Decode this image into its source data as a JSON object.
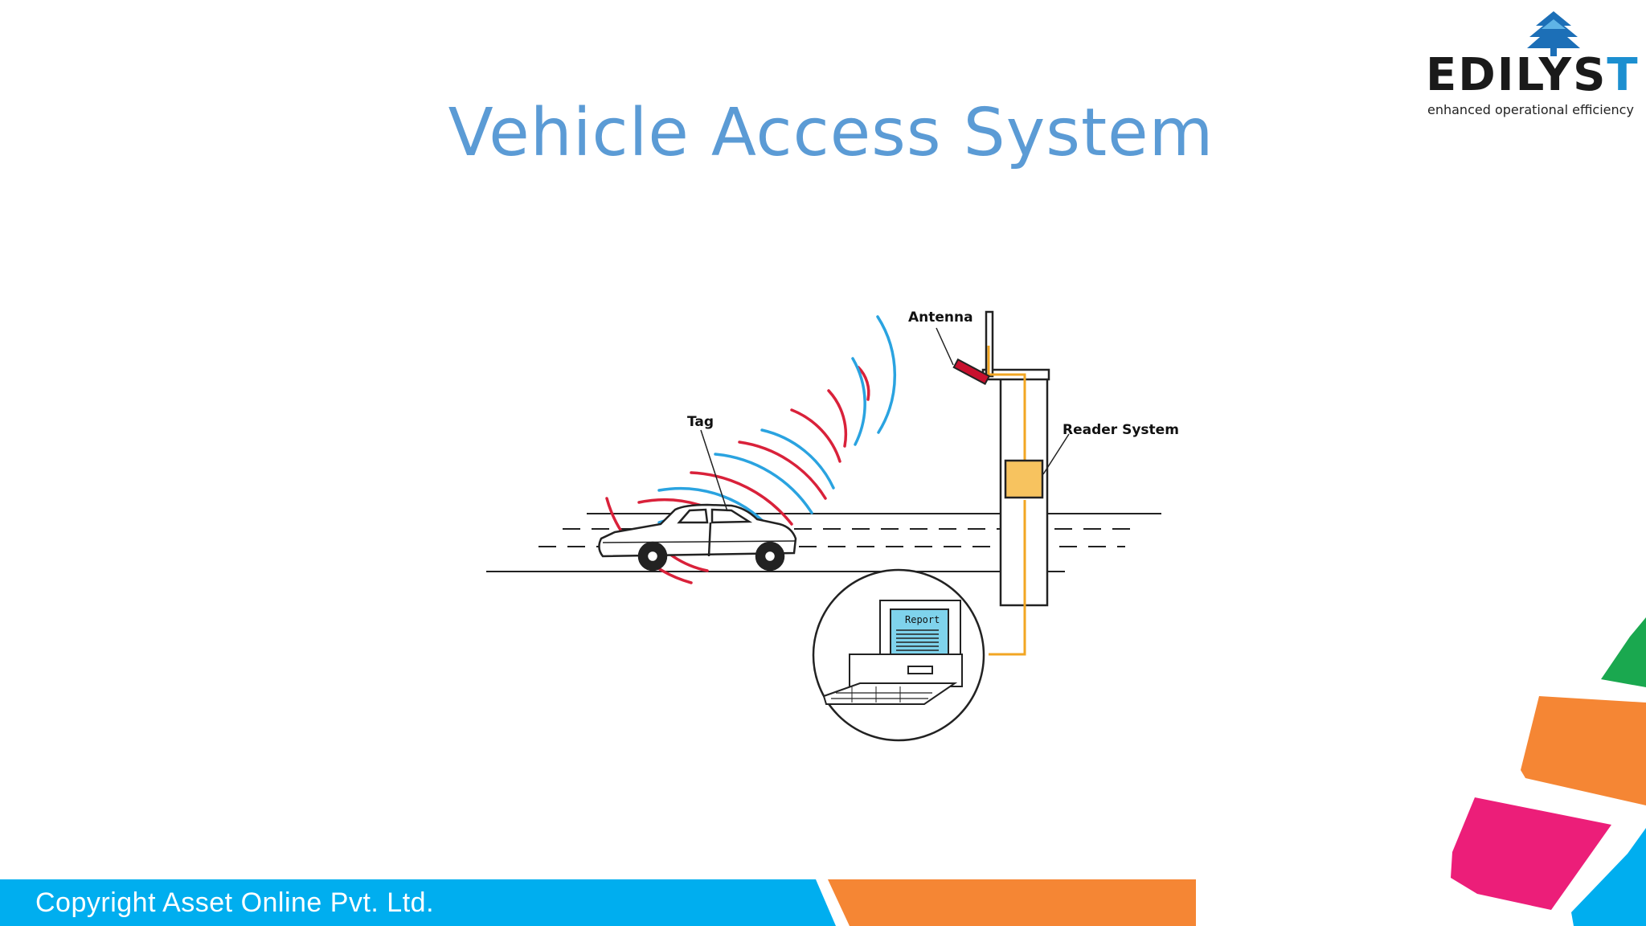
{
  "slide": {
    "title": "Vehicle Access System"
  },
  "logo": {
    "name_main": "EDILYS",
    "name_last": "T",
    "tagline": "enhanced operational efficiency",
    "colors": {
      "text": "#1a1a1a",
      "accent": "#1c8fd0"
    }
  },
  "diagram": {
    "labels": {
      "antenna": "Antenna",
      "reader": "Reader System",
      "tag": "Tag",
      "screen": "Report"
    },
    "colors": {
      "wave_blue": "#2aa3e0",
      "wave_red": "#d9213a",
      "cable": "#f2a623",
      "reader_box": "#f7c35f"
    }
  },
  "footer": {
    "copyright": "Copyright Asset Online Pvt. Ltd.",
    "colors": {
      "blue": "#00aeef",
      "orange": "#f58634"
    }
  },
  "decor": {
    "colors": [
      "#1aa84f",
      "#f58634",
      "#ec1e79",
      "#00aeef"
    ]
  }
}
